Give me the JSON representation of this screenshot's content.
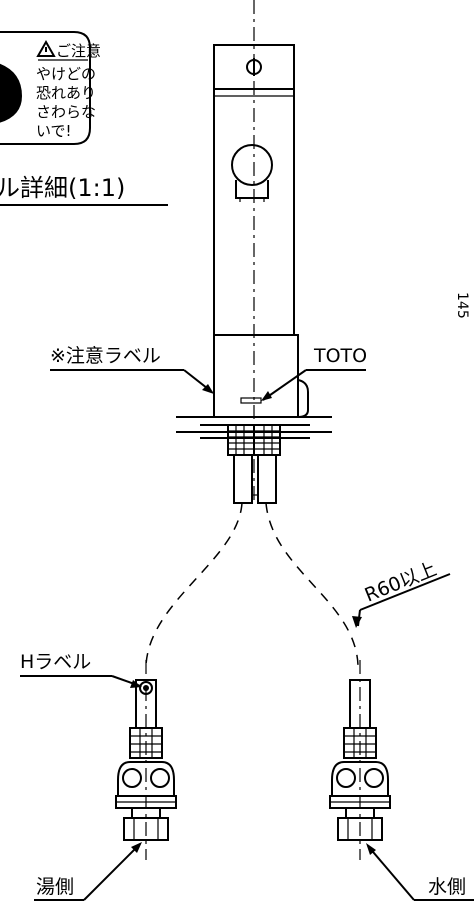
{
  "caution_box": {
    "title": "ご注意",
    "lines": [
      "やけどの",
      "恐れあり",
      "さわらな",
      "いで!"
    ]
  },
  "detail_title": "ル詳細(1:1)",
  "labels": {
    "caution_label": "※注意ラベル",
    "toto": "TOTO",
    "radius": "R60以上",
    "h_label": "Hラベル",
    "hot_side": "湯側",
    "cold_side": "水側"
  },
  "edge_mark": "145"
}
